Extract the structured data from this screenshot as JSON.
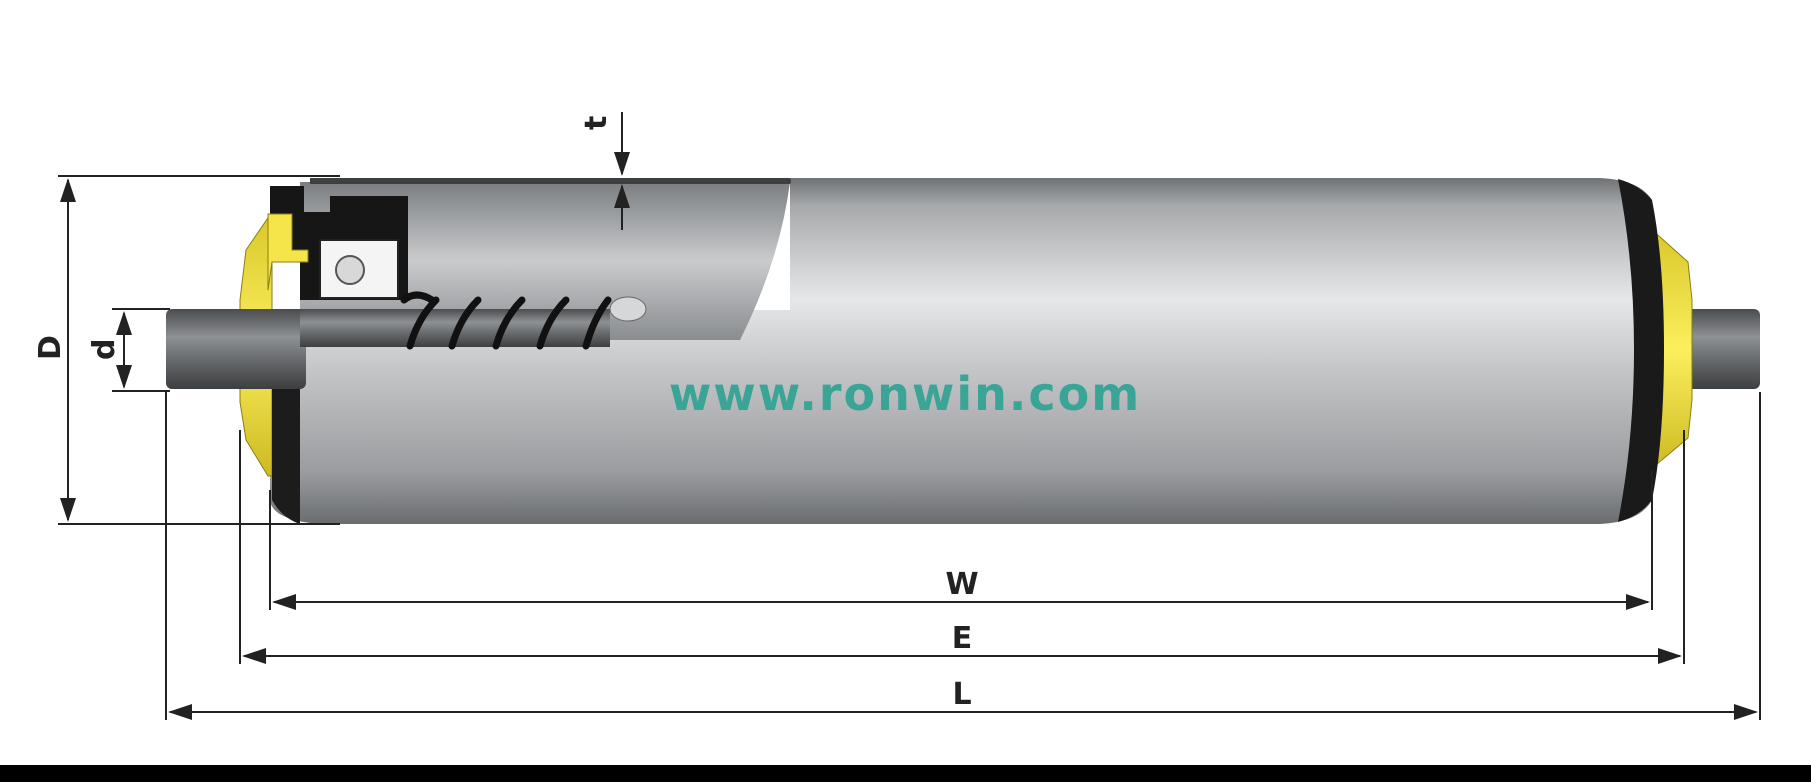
{
  "dimensions": {
    "t": "t",
    "D": "D",
    "d": "d",
    "W": "W",
    "E": "E",
    "L": "L"
  },
  "watermark": "www.ronwin.com",
  "colors": {
    "tube": "#b9bbbd",
    "end_cap": "#f2e23c",
    "seal": "#1a1a1a",
    "spring": "#111111",
    "watermark": "#3aa597",
    "dimension_line": "#222222"
  }
}
